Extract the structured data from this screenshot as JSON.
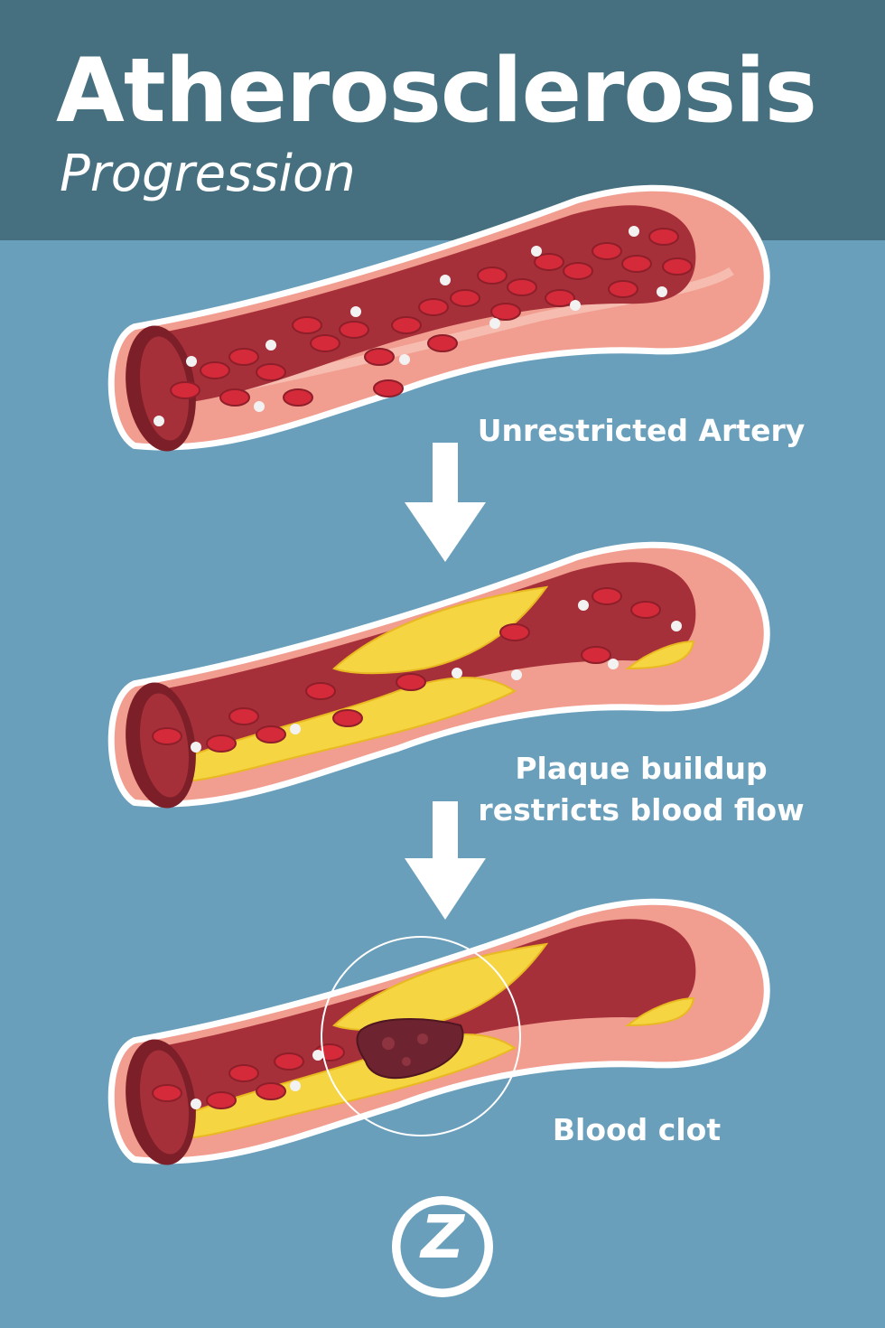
{
  "header": {
    "title": "Atherosclerosis",
    "subtitle": "Progression"
  },
  "stages": [
    {
      "label": "Unrestricted Artery"
    },
    {
      "label": "Plaque buildup\nrestricts blood flow"
    },
    {
      "label": "Blood clot"
    }
  ],
  "logo": {
    "letter": "Z"
  },
  "colors": {
    "background": "#6a9fbc",
    "header": "#46707f",
    "vessel_wall": "#f19d8f",
    "vessel_lumen": "#a6303a",
    "red_cell": "#d42a3a",
    "plaque": "#f6d542",
    "clot": "#6e2430"
  },
  "icons": [
    "down-arrow-icon",
    "zoom-circle-icon",
    "logo-z-icon"
  ]
}
